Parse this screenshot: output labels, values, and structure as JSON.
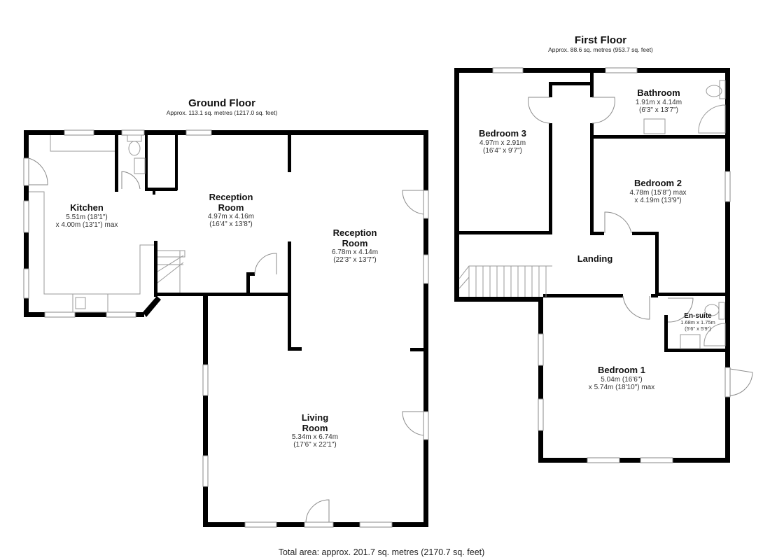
{
  "ground_floor": {
    "title": "Ground Floor",
    "area": "Approx. 113.1 sq. metres (1217.0 sq. feet)",
    "rooms": [
      {
        "name": "Kitchen",
        "dim1": "5.51m (18'1\")",
        "dim2": "x 4.00m (13'1\") max"
      },
      {
        "name": "Reception",
        "name2": "Room",
        "dim1": "4.97m x 4.16m",
        "dim2": "(16'4\" x 13'8\")"
      },
      {
        "name": "Reception",
        "name2": "Room",
        "dim1": "6.78m x 4.14m",
        "dim2": "(22'3\" x 13'7\")"
      },
      {
        "name": "Living",
        "name2": "Room",
        "dim1": "5.34m x 6.74m",
        "dim2": "(17'6\" x 22'1\")"
      }
    ]
  },
  "first_floor": {
    "title": "First Floor",
    "area": "Approx. 88.6 sq. metres (953.7 sq. feet)",
    "rooms": [
      {
        "name": "Bedroom 3",
        "dim1": "4.97m x 2.91m",
        "dim2": "(16'4\" x 9'7\")"
      },
      {
        "name": "Bathroom",
        "dim1": "1.91m x 4.14m",
        "dim2": "(6'3\" x 13'7\")"
      },
      {
        "name": "Bedroom 2",
        "dim1": "4.78m (15'8\") max",
        "dim2": "x 4.19m (13'9\")"
      },
      {
        "name": "Landing"
      },
      {
        "name": "En-suite",
        "dim1": "1.68m x 1.75m",
        "dim2": "(5'6\" x 5'9\")"
      },
      {
        "name": "Bedroom 1",
        "dim1": "5.04m (16'6\")",
        "dim2": "x 5.74m (18'10\") max"
      }
    ]
  },
  "total_area": "Total area: approx. 201.7 sq. metres (2170.7 sq. feet)"
}
